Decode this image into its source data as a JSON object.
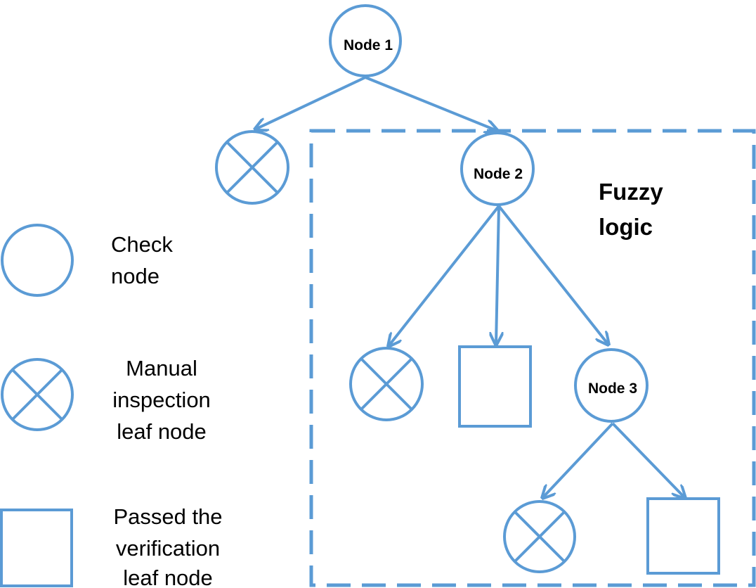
{
  "colors": {
    "stroke": "#5b9bd5",
    "text": "#000000",
    "background": "#ffffff"
  },
  "nodes": {
    "node1": "Node 1",
    "node2": "Node 2",
    "node3": "Node 3"
  },
  "region": {
    "line1": "Fuzzy",
    "line2": "logic"
  },
  "legend": {
    "check": [
      "Check",
      "node"
    ],
    "manual": [
      "Manual",
      "inspection",
      "leaf node"
    ],
    "passed": [
      "Passed the",
      "verification",
      "leaf node"
    ]
  }
}
